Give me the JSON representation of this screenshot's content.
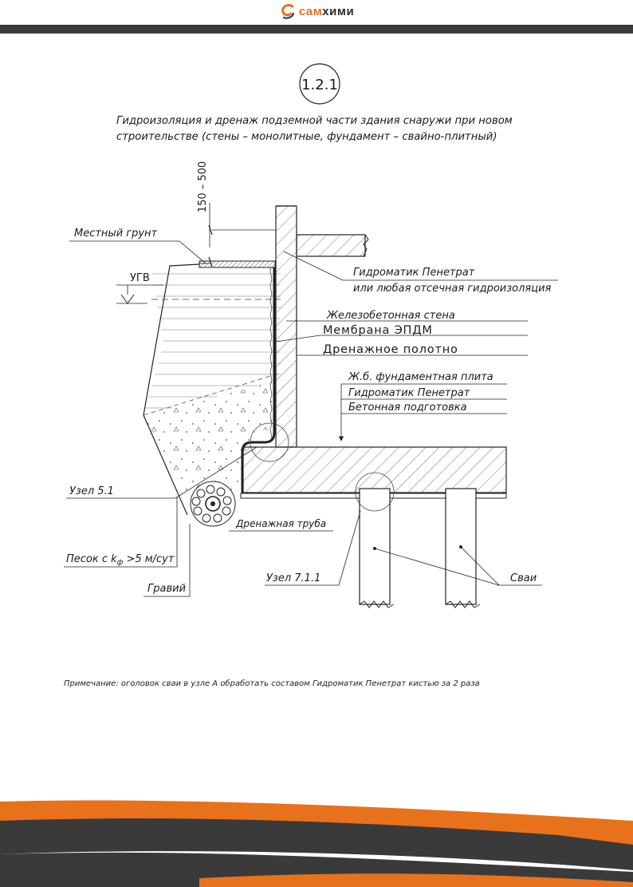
{
  "header": {
    "logo_part1": "сам",
    "logo_part2": "хими",
    "brand_colors": {
      "orange": "#e8711c",
      "dark": "#3a3a3a"
    }
  },
  "diagram": {
    "badge": "1.2.1",
    "title_line1": "Гидроизоляция и дренаж подземной части здания снаружи при новом",
    "title_line2": "строительстве (стены – монолитные, фундамент – свайно-плитный)",
    "dimension": "150 – 500",
    "labels": {
      "local_soil": "Местный грунт",
      "ugv": "УГВ",
      "cutoff_1": "Гидроматик Пенетрат",
      "cutoff_2": "или любая отсечная гидроизоляция",
      "rc_wall": "Железобетонная стена",
      "membrane": "Мембрана ЭПДМ",
      "drainage_sheet": "Дренажное полотно",
      "foundation_slab": "Ж.б. фундаментная плита",
      "penetrat": "Гидроматик Пенетрат",
      "concrete_prep": "Бетонная подготовка",
      "node_51": "Узел 5.1",
      "drain_pipe": "Дренажная труба",
      "sand_prefix": "Песок с k",
      "sand_sub": "ф",
      "sand_suffix": " >5 м/сут",
      "gravel": "Гравий",
      "node_711": "Узел 7.1.1",
      "piles": "Сваи"
    }
  },
  "note": "Примечание: оголовок сваи в узле А обработать составом Гидроматик Пенетрат кистью за 2 раза"
}
